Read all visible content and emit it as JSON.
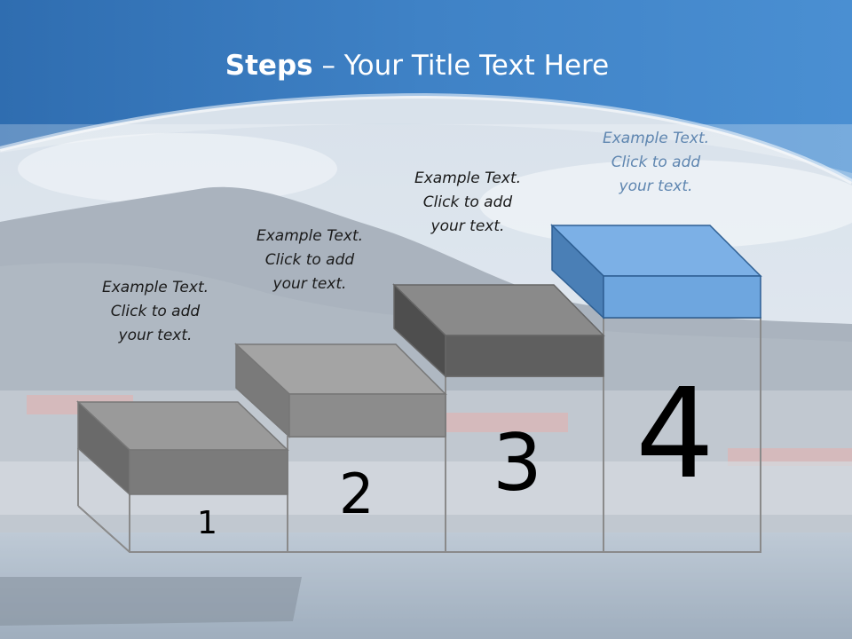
{
  "slide": {
    "title_bold": "Steps",
    "title_rest": " – Your Title Text Here",
    "colors": {
      "header_blue": "#3f7fc0",
      "step_gray": "#7b7b7b",
      "step_dark": "#5c5c5c",
      "step_blue": "#6fa6df",
      "note_light": "#5f86b0"
    },
    "steps": [
      {
        "number": "1",
        "line1": "Example Text.",
        "line2": "Click  to add",
        "line3": "your text."
      },
      {
        "number": "2",
        "line1": "Example Text.",
        "line2": "Click  to add",
        "line3": "your text."
      },
      {
        "number": "3",
        "line1": "Example Text.",
        "line2": "Click  to add",
        "line3": "your text."
      },
      {
        "number": "4",
        "line1": "Example Text.",
        "line2": "Click  to add",
        "line3": "your text."
      }
    ]
  }
}
